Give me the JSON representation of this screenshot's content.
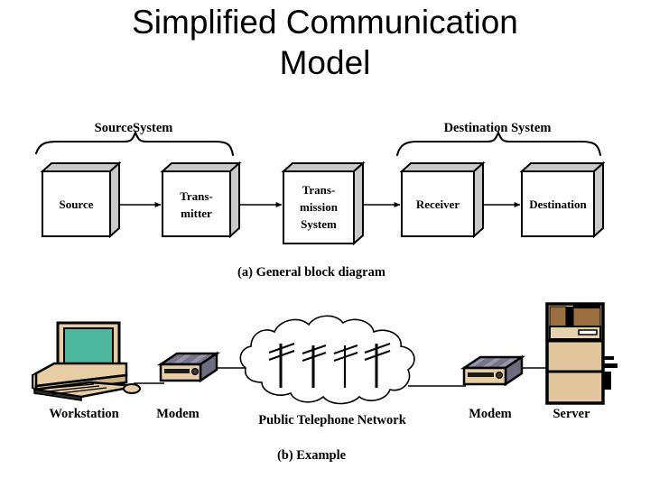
{
  "slide": {
    "title_line1": "Simplified Communication",
    "title_line2": "Model",
    "background_color": "#ffffff"
  },
  "diagram_a": {
    "caption": "(a) General block diagram",
    "braces": [
      {
        "label": "SourceSystem"
      },
      {
        "label": "Destination System"
      }
    ],
    "blocks": [
      {
        "label_lines": [
          "Source"
        ]
      },
      {
        "label_lines": [
          "Trans-",
          "mitter"
        ]
      },
      {
        "label_lines": [
          "Trans-",
          "mission",
          "System"
        ]
      },
      {
        "label_lines": [
          "Receiver"
        ]
      },
      {
        "label_lines": [
          "Destination"
        ]
      }
    ],
    "block_labels": {
      "source": "Source",
      "transmitter_l1": "Trans-",
      "transmitter_l2": "mitter",
      "transmission_l1": "Trans-",
      "transmission_l2": "mission",
      "transmission_l3": "System",
      "receiver": "Receiver",
      "destination": "Destination"
    },
    "colors": {
      "box_face": "#ffffff",
      "box_top": "#c0c0c0",
      "box_side": "#c0c0c0",
      "outline": "#000000"
    }
  },
  "diagram_b": {
    "caption": "(b) Example",
    "devices": [
      {
        "name": "workstation",
        "label": "Workstation"
      },
      {
        "name": "modem-left",
        "label": "Modem"
      },
      {
        "name": "telephone-network",
        "label": "Public Telephone Network"
      },
      {
        "name": "modem-right",
        "label": "Modem"
      },
      {
        "name": "server",
        "label": "Server"
      }
    ],
    "device_labels": {
      "workstation": "Workstation",
      "modem_left": "Modem",
      "network": "Public Telephone Network",
      "modem_right": "Modem",
      "server": "Server"
    },
    "pole_count": 4,
    "colors": {
      "screen": "#4cb79b",
      "case_tan": "#e6cda4",
      "case_tan_dark": "#c9a877",
      "modem_top": "#7b7a8e",
      "modem_stripe": "#9a99ab",
      "server_body": "#e2c79e",
      "server_top_dark": "#9a6e3f",
      "outline": "#000000",
      "cloud_line": "#000000"
    }
  }
}
